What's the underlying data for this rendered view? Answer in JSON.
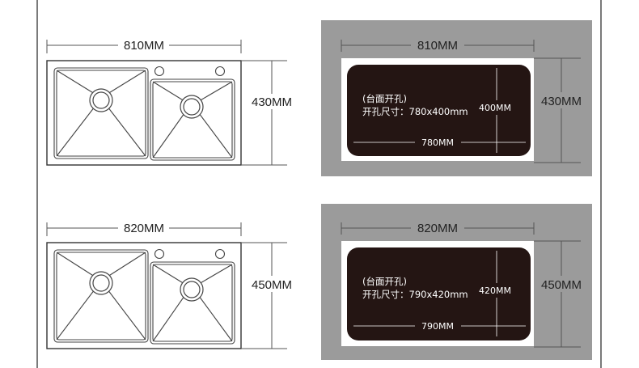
{
  "colors": {
    "line": "#333333",
    "dim_line": "#888888",
    "panel_bg": "#9b9b9b",
    "cutout": "#241513",
    "cutout_text": "#ffffff"
  },
  "sets": [
    {
      "sink": {
        "width_label": "810MM",
        "height_label": "430MM"
      },
      "cutout": {
        "width_label": "810MM",
        "height_label": "430MM",
        "note_line1": "(台面开孔)",
        "note_line2": "开孔尺寸：780x400mm",
        "inner_height_label": "400MM",
        "inner_width_label": "780MM"
      }
    },
    {
      "sink": {
        "width_label": "820MM",
        "height_label": "450MM"
      },
      "cutout": {
        "width_label": "820MM",
        "height_label": "450MM",
        "note_line1": "(台面开孔)",
        "note_line2": "开孔尺寸：790x420mm",
        "inner_height_label": "420MM",
        "inner_width_label": "790MM"
      }
    }
  ]
}
